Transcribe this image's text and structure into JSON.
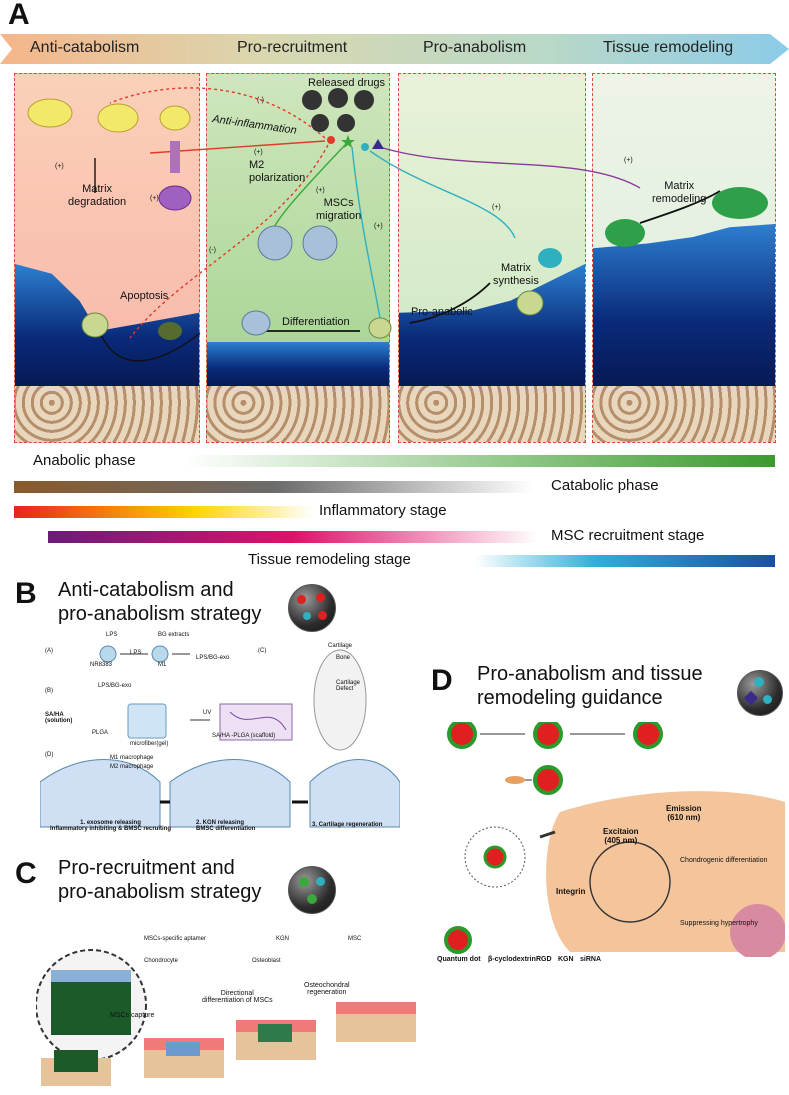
{
  "panel_a": {
    "letter": "A",
    "phases": [
      "Anti-catabolism",
      "Pro-recruitment",
      "Pro-anabolism",
      "Tissue remodeling"
    ],
    "labels": {
      "released_drugs": "Released drugs",
      "anti_inflammation": "Anti-inflammation",
      "m2_polarization": "M2\npolarization",
      "mscs_migration": "MSCs\nmigration",
      "matrix_degradation": "Matrix\ndegradation",
      "apoptosis": "Apoptosis",
      "differentiation": "Differentiation",
      "matrix_synthesis": "Matrix\nsynthesis",
      "pro_anabolic": "Pro-anabolic",
      "matrix_remodeling": "Matrix\nremodeling",
      "plus": "(+)",
      "minus": "(-)"
    },
    "stage_bars": [
      {
        "label": "Anabolic phase",
        "colors": [
          "#ffffff",
          "#3a9b2c"
        ]
      },
      {
        "label": "Catabolic phase",
        "colors": [
          "#8a5a2b",
          "#ffffff"
        ]
      },
      {
        "label": "Inflammatory stage",
        "colors": [
          "#e8231d",
          "#ffffff"
        ]
      },
      {
        "label": "MSC recruitment stage",
        "colors": [
          "#6b1b7a",
          "#ffffff"
        ]
      },
      {
        "label": "Tissue remodeling stage",
        "colors": [
          "#ffffff",
          "#1a4fa0"
        ]
      }
    ]
  },
  "panel_b": {
    "letter": "B",
    "title_line1": "Anti-catabolism and",
    "title_line2": "pro-anabolism strategy",
    "labels": {
      "a": "(A)",
      "b": "(B)",
      "c": "(C)",
      "d": "(D)",
      "lps": "LPS",
      "bg_extracts": "BG extracts",
      "nr8383": "NR8383",
      "lps2": "LPS",
      "m1": "M1",
      "lps_bg_exo": "LPS/BG-exo",
      "lps_bg_exo2": "LPS/BG-exo",
      "sa_ha": "SA/HA\n(solution)",
      "plga": "PLGA",
      "uv": "UV",
      "microfiber": "microfiber(gel)",
      "scaffold": "SA/HA    -PLGA     (scaffold)",
      "cartilage": "Cartilage",
      "bone": "Bone",
      "cartilage_defect": "Cartilage\nDefect",
      "m1_macrophage": "M1 macrophage",
      "m2_macrophage": "M2 macrophage",
      "step1": "1. exosome releasing\nInflammatory inhibiting & BMSC recruiting",
      "step2": "2. KGN releasing\nBMSC differentiation",
      "step3": "3. Cartilage regeneration"
    }
  },
  "panel_c": {
    "letter": "C",
    "title_line1": "Pro-recruitment and",
    "title_line2": "pro-anabolism strategy",
    "legend": {
      "aptamer": "MSCs-specific aptamer",
      "kgn": "KGN",
      "msc": "MSC",
      "chondrocyte": "Chondrocyte",
      "osteoblast": "Osteoblast"
    },
    "steps": [
      "MSCs capture",
      "Directional\ndifferentiation of MSCs",
      "Osteochondral\nregeneration"
    ]
  },
  "panel_d": {
    "letter": "D",
    "title_line1": "Pro-anabolism and tissue",
    "title_line2": "remodeling guidance",
    "labels": {
      "emission": "Emission\n(610 nm)",
      "excitation": "Excitaion\n(405 nm)",
      "integrin": "Integrin",
      "chondrogenic": "Chondrogenic differentiation",
      "suppressing": "Suppressing hypertrophy",
      "quantum_dot": "Quantum\ndot"
    },
    "legend": [
      "Quantum dot",
      "β-cyclodextrin",
      "RGD",
      "KGN",
      "siRNA"
    ]
  }
}
